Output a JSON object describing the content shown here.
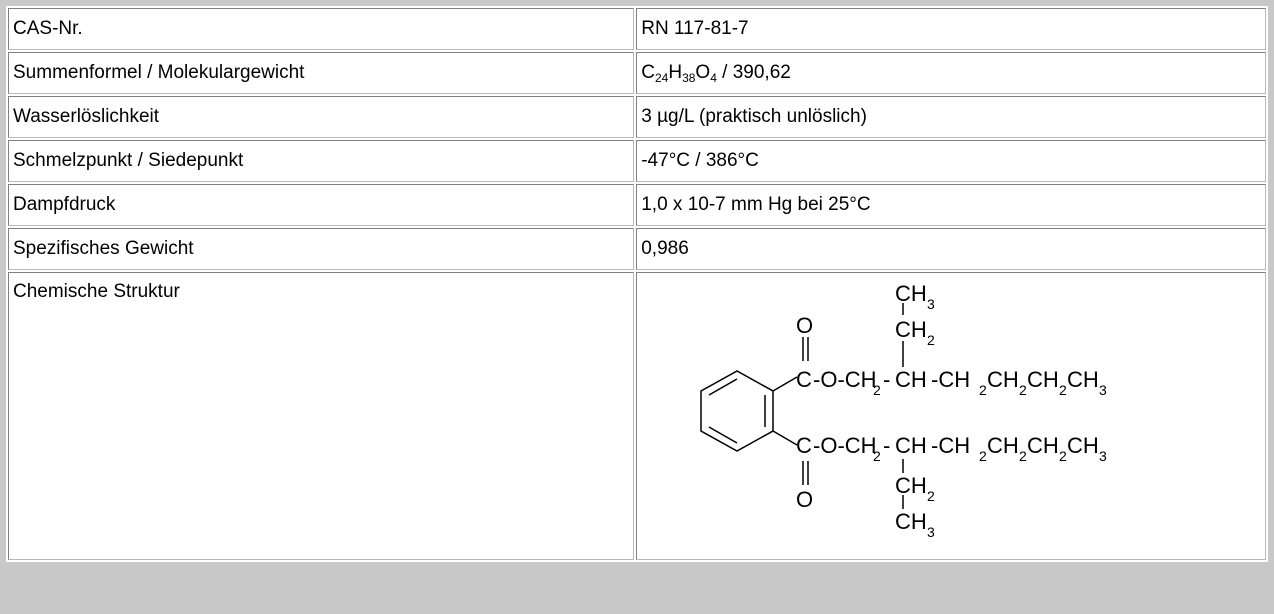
{
  "rows": [
    {
      "label": "CAS-Nr.",
      "value": "RN 117-81-7"
    },
    {
      "label": "Summenformel / Molekulargewicht",
      "value": {
        "c": "C",
        "c_n": "24",
        "h": "H",
        "h_n": "38",
        "o": "O",
        "o_n": "4",
        "rest": " / 390,62"
      }
    },
    {
      "label": "Wasserlöslichkeit",
      "value": "3 µg/L (praktisch unlöslich)"
    },
    {
      "label": "Schmelzpunkt / Siedepunkt",
      "value": "-47°C / 386°C"
    },
    {
      "label": "Dampfdruck",
      "value": "1,0 x 10-7 mm Hg bei 25°C"
    },
    {
      "label": "Spezifisches Gewicht",
      "value": "0,986"
    },
    {
      "label": "Chemische Struktur",
      "structure": {
        "o": "O",
        "c": "C",
        "ch": "CH",
        "ch2_c": "CH",
        "ch3_c": "CH",
        "two": "2",
        "three": "3",
        "ester": "-O-CH",
        "dash": "-",
        "chain": "-CH",
        "chain_b": "CH",
        "chain_c": "CH",
        "chain_d": "CH"
      }
    }
  ]
}
